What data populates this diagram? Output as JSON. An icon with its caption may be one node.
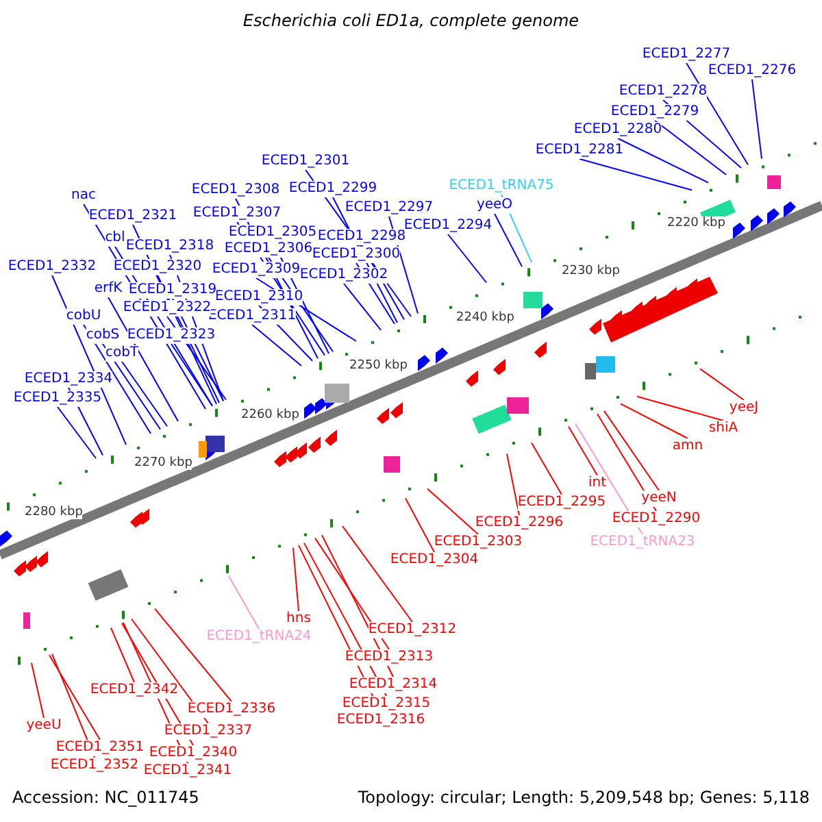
{
  "diagram": {
    "title": "Escherichia coli ED1a, complete genome",
    "nodes": [
      {
        "text": [
          "ECED1_2277"
        ]
      },
      {
        "text": [
          "ECED1_2276"
        ]
      },
      {
        "text": [
          "ECED1_2278"
        ]
      },
      {
        "text": [
          "ECED1_2279"
        ]
      },
      {
        "text": [
          "ECED1_2280"
        ]
      },
      {
        "text": [
          "ECED1_2281"
        ]
      },
      {
        "text": [
          "ECED1_tRNA75"
        ]
      },
      {
        "text": [
          "yeeO"
        ]
      },
      {
        "text": [
          "ECED1_2294"
        ]
      },
      {
        "text": [
          "ECED1_2301"
        ]
      },
      {
        "text": [
          "ECED1_2308"
        ]
      },
      {
        "text": [
          "ECED1_2299"
        ]
      },
      {
        "text": [
          "ECED1_2307"
        ]
      },
      {
        "text": [
          "ECED1_2297"
        ]
      },
      {
        "text": [
          "ECED1_2305"
        ]
      },
      {
        "text": [
          "ECED1_2298"
        ]
      },
      {
        "text": [
          "ECED1_2306"
        ]
      },
      {
        "text": [
          "ECED1_2300"
        ]
      },
      {
        "text": [
          "ECED1_2309"
        ]
      },
      {
        "text": [
          "ECED1_2302"
        ]
      },
      {
        "text": [
          "ECED1_2310"
        ]
      },
      {
        "text": [
          "ECED1_2311"
        ]
      },
      {
        "text": [
          "nac"
        ]
      },
      {
        "text": [
          "ECED1_2321"
        ]
      },
      {
        "text": [
          "cbl"
        ]
      },
      {
        "text": [
          "ECED1_2318"
        ]
      },
      {
        "text": [
          "ECED1_2320"
        ]
      },
      {
        "text": [
          "ECED1_2332"
        ]
      },
      {
        "text": [
          "erfK"
        ]
      },
      {
        "text": [
          "ECED1_2319"
        ]
      },
      {
        "text": [
          "ECED1_2322"
        ]
      },
      {
        "text": [
          "cobU"
        ]
      },
      {
        "text": [
          "cobS"
        ]
      },
      {
        "text": [
          "ECED1_2323"
        ]
      },
      {
        "text": [
          "cobT"
        ]
      },
      {
        "text": [
          "ECED1_2334"
        ]
      },
      {
        "text": [
          "ECED1_2335"
        ]
      },
      {
        "text": [
          "yeeJ"
        ]
      },
      {
        "text": [
          "shiA"
        ]
      },
      {
        "text": [
          "amn"
        ]
      },
      {
        "text": [
          "int"
        ]
      },
      {
        "text": [
          "ECED1_2295"
        ]
      },
      {
        "text": [
          "yeeN"
        ]
      },
      {
        "text": [
          "ECED1_2290"
        ]
      },
      {
        "text": [
          "ECED1_tRNA23"
        ]
      },
      {
        "text": [
          "ECED1_2296"
        ]
      },
      {
        "text": [
          "ECED1_2303"
        ]
      },
      {
        "text": [
          "ECED1_2304"
        ]
      },
      {
        "text": [
          "ECED1_2312"
        ]
      },
      {
        "text": [
          "hns"
        ]
      },
      {
        "text": [
          "ECED1_tRNA24"
        ]
      },
      {
        "text": [
          "ECED1_2313"
        ]
      },
      {
        "text": [
          "ECED1_2314"
        ]
      },
      {
        "text": [
          "ECED1_2315"
        ]
      },
      {
        "text": [
          "ECED1_2316"
        ]
      },
      {
        "text": [
          "ECED1_2342"
        ]
      },
      {
        "text": [
          "ECED1_2336"
        ]
      },
      {
        "text": [
          "yeeU"
        ]
      },
      {
        "text": [
          "ECED1_2337"
        ]
      },
      {
        "text": [
          "ECED1_2351"
        ]
      },
      {
        "text": [
          "ECED1_2340"
        ]
      },
      {
        "text": [
          "ECED1_2352"
        ]
      },
      {
        "text": [
          "ECED1_2341"
        ]
      }
    ],
    "edges": [
      {
        "from": 0,
        "to": null,
        "arrow": "none"
      },
      {
        "from": 1,
        "to": null,
        "arrow": "none"
      },
      {
        "from": 2,
        "to": null,
        "arrow": "none"
      },
      {
        "from": 3,
        "to": null,
        "arrow": "none"
      },
      {
        "from": 4,
        "to": null,
        "arrow": "none"
      },
      {
        "from": 5,
        "to": null,
        "arrow": "none"
      },
      {
        "from": 6,
        "to": null,
        "arrow": "none",
        "color": "#33ccff"
      },
      {
        "from": 7,
        "to": null,
        "arrow": "none"
      },
      {
        "from": 8,
        "to": null,
        "arrow": "none"
      },
      {
        "from": 9,
        "to": null,
        "arrow": "none"
      },
      {
        "from": 10,
        "to": null,
        "arrow": "none"
      },
      {
        "from": 11,
        "to": null,
        "arrow": "none"
      },
      {
        "from": 12,
        "to": null,
        "arrow": "none"
      },
      {
        "from": 13,
        "to": null,
        "arrow": "none"
      },
      {
        "from": 14,
        "to": null,
        "arrow": "none"
      },
      {
        "from": 15,
        "to": null,
        "arrow": "none"
      },
      {
        "from": 16,
        "to": null,
        "arrow": "none"
      },
      {
        "from": 17,
        "to": null,
        "arrow": "none"
      },
      {
        "from": 18,
        "to": null,
        "arrow": "none"
      },
      {
        "from": 19,
        "to": null,
        "arrow": "none"
      },
      {
        "from": 20,
        "to": null,
        "arrow": "none"
      },
      {
        "from": 21,
        "to": null,
        "arrow": "none"
      },
      {
        "from": 22,
        "to": null,
        "arrow": "none"
      },
      {
        "from": 23,
        "to": null,
        "arrow": "none"
      },
      {
        "from": 24,
        "to": null,
        "arrow": "none"
      },
      {
        "from": 25,
        "to": null,
        "arrow": "none"
      },
      {
        "from": 26,
        "to": null,
        "arrow": "none"
      },
      {
        "from": 27,
        "to": null,
        "arrow": "none"
      },
      {
        "from": 28,
        "to": null,
        "arrow": "none"
      },
      {
        "from": 29,
        "to": null,
        "arrow": "none"
      },
      {
        "from": 30,
        "to": null,
        "arrow": "none"
      },
      {
        "from": 31,
        "to": null,
        "arrow": "none"
      },
      {
        "from": 32,
        "to": null,
        "arrow": "none"
      },
      {
        "from": 33,
        "to": null,
        "arrow": "none"
      },
      {
        "from": 34,
        "to": null,
        "arrow": "none"
      },
      {
        "from": 35,
        "to": null,
        "arrow": "none"
      },
      {
        "from": 36,
        "to": null,
        "arrow": "none"
      },
      {
        "from": 37,
        "to": null,
        "arrow": "none",
        "color": "#ff0000"
      },
      {
        "from": 38,
        "to": null,
        "arrow": "none",
        "color": "#ff0000"
      },
      {
        "from": 39,
        "to": null,
        "arrow": "none",
        "color": "#ff0000"
      },
      {
        "from": 40,
        "to": null,
        "arrow": "none",
        "color": "#ff0000"
      },
      {
        "from": 41,
        "to": null,
        "arrow": "none",
        "color": "#ff0000"
      },
      {
        "from": 42,
        "to": null,
        "arrow": "none",
        "color": "#ff0000"
      },
      {
        "from": 43,
        "to": null,
        "arrow": "none",
        "color": "#ff0000"
      },
      {
        "from": 44,
        "to": null,
        "arrow": "none",
        "color": "#ff99cc"
      },
      {
        "from": 45,
        "to": null,
        "arrow": "none",
        "color": "#ff0000"
      },
      {
        "from": 46,
        "to": null,
        "arrow": "none",
        "color": "#ff0000"
      },
      {
        "from": 47,
        "to": null,
        "arrow": "none",
        "color": "#ff0000"
      },
      {
        "from": 48,
        "to": null,
        "arrow": "none",
        "color": "#ff0000"
      },
      {
        "from": 49,
        "to": null,
        "arrow": "none",
        "color": "#ff0000"
      },
      {
        "from": 50,
        "to": null,
        "arrow": "none",
        "color": "#ff99cc"
      },
      {
        "from": 51,
        "to": null,
        "arrow": "none",
        "color": "#ff0000"
      },
      {
        "from": 52,
        "to": null,
        "arrow": "none",
        "color": "#ff0000"
      },
      {
        "from": 53,
        "to": null,
        "arrow": "none",
        "color": "#ff0000"
      },
      {
        "from": 54,
        "to": null,
        "arrow": "none",
        "color": "#ff0000"
      },
      {
        "from": 55,
        "to": null,
        "arrow": "none",
        "color": "#ff0000"
      },
      {
        "from": 56,
        "to": null,
        "arrow": "none",
        "color": "#ff0000"
      },
      {
        "from": 57,
        "to": null,
        "arrow": "none",
        "color": "#ff0000"
      },
      {
        "from": 58,
        "to": null,
        "arrow": "none",
        "color": "#ff0000"
      },
      {
        "from": 59,
        "to": null,
        "arrow": "none",
        "color": "#ff0000"
      },
      {
        "from": 60,
        "to": null,
        "arrow": "none",
        "color": "#ff0000"
      },
      {
        "from": 61,
        "to": null,
        "arrow": "none",
        "color": "#ff0000"
      },
      {
        "from": 62,
        "to": null,
        "arrow": "none",
        "color": "#ff0000"
      }
    ],
    "labels": [
      "2220 kbp",
      "2230 kbp",
      "2240 kbp",
      "2250 kbp",
      "2260 kbp",
      "2270 kbp",
      "2280 kbp",
      "Accession: NC_011745",
      "Topology: circular; Length: 5,209,548 bp; Genes: 5,118"
    ]
  }
}
